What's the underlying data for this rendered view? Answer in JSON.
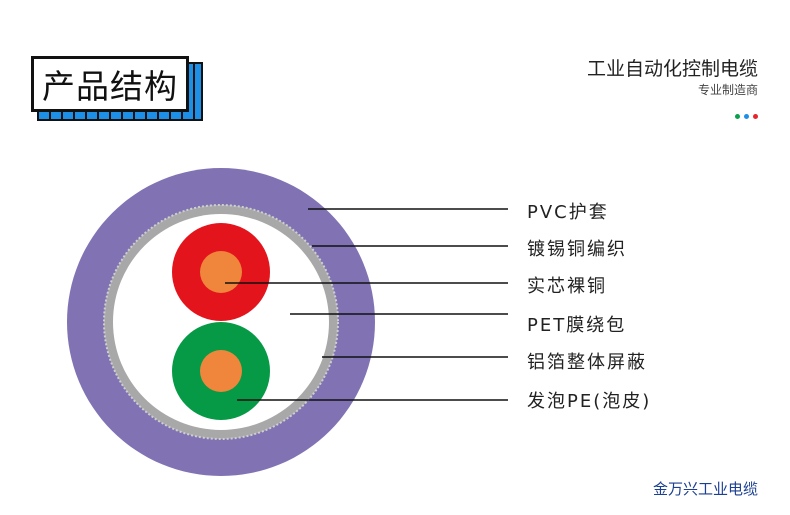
{
  "header": {
    "title": "产品结构",
    "brand": "工业自动化控制电缆",
    "subtitle": "专业制造商",
    "dots": [
      "#0aa14b",
      "#1e8fe6",
      "#e8262a"
    ]
  },
  "labels": [
    "PVC护套",
    "镀锡铜编织",
    "实芯裸铜",
    "PET膜绕包",
    "铝箔整体屏蔽",
    "发泡PE(泡皮)"
  ],
  "footer": "金万兴工业电缆",
  "colors": {
    "sheath": "#8172b4",
    "braid": "#a8a8a8",
    "red": "#e3141b",
    "green": "#069a46",
    "copper": "#f0863c",
    "accent": "#1e8fe6"
  }
}
